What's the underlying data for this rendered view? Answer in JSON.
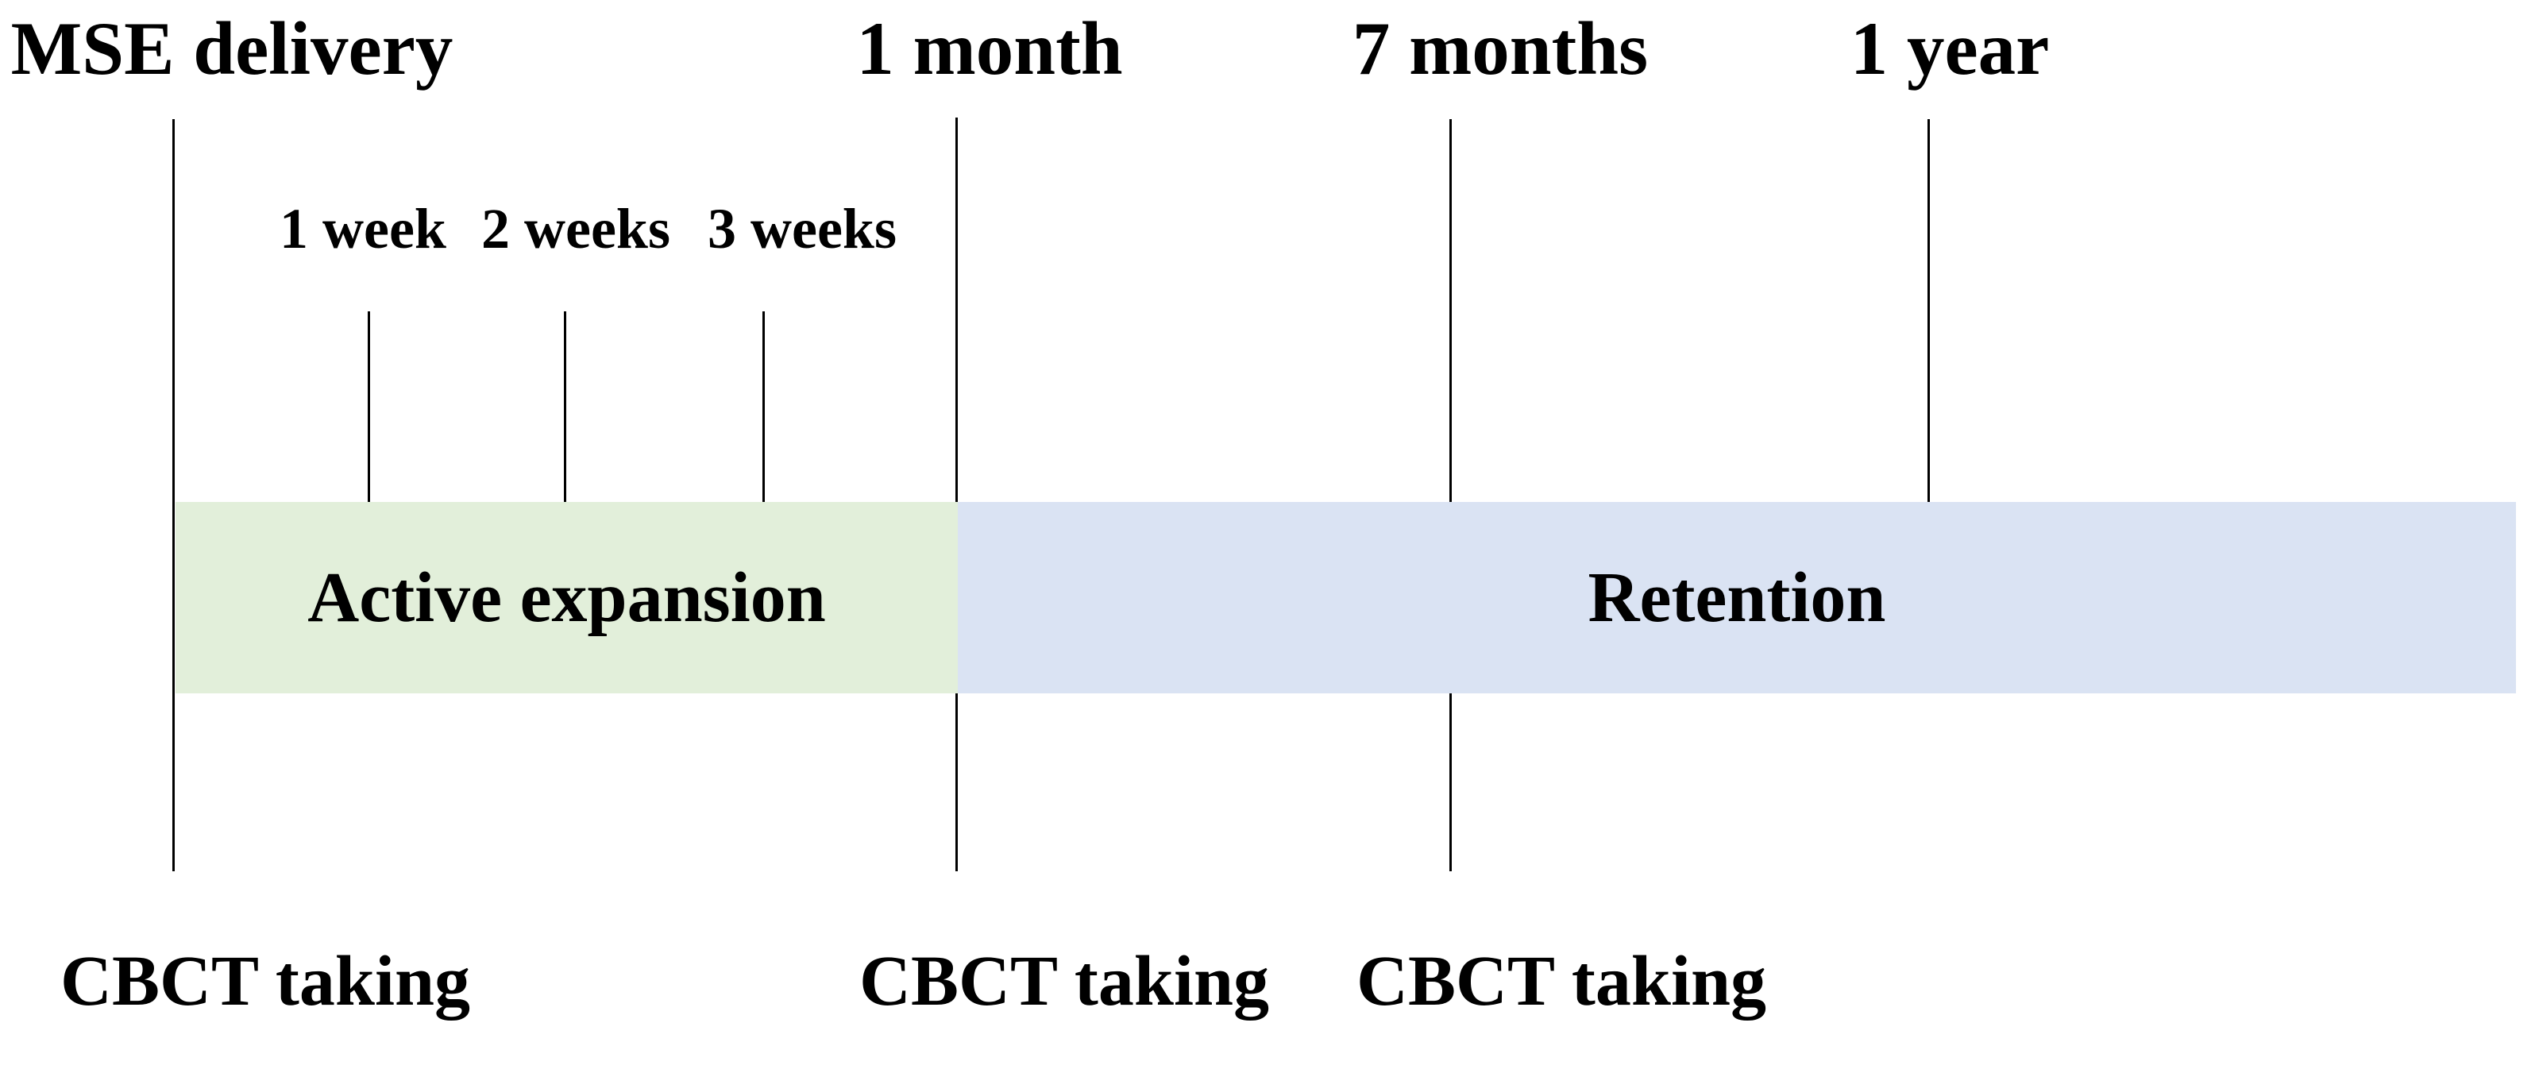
{
  "colors": {
    "background": "#ffffff",
    "line": "#000000",
    "text": "#000000",
    "active_expansion_fill": "#e2efda",
    "retention_fill": "#dae3f3"
  },
  "timeline": {
    "top_milestones": [
      {
        "label": "MSE delivery"
      },
      {
        "label": "1 month"
      },
      {
        "label": "7 months"
      },
      {
        "label": "1 year"
      }
    ],
    "week_ticks": [
      {
        "label": "1 week"
      },
      {
        "label": "2 weeks"
      },
      {
        "label": "3 weeks"
      }
    ],
    "phases": [
      {
        "label": "Active expansion"
      },
      {
        "label": "Retention"
      }
    ],
    "bottom_events": [
      {
        "label": "CBCT taking"
      },
      {
        "label": "CBCT taking"
      },
      {
        "label": "CBCT taking"
      }
    ]
  }
}
